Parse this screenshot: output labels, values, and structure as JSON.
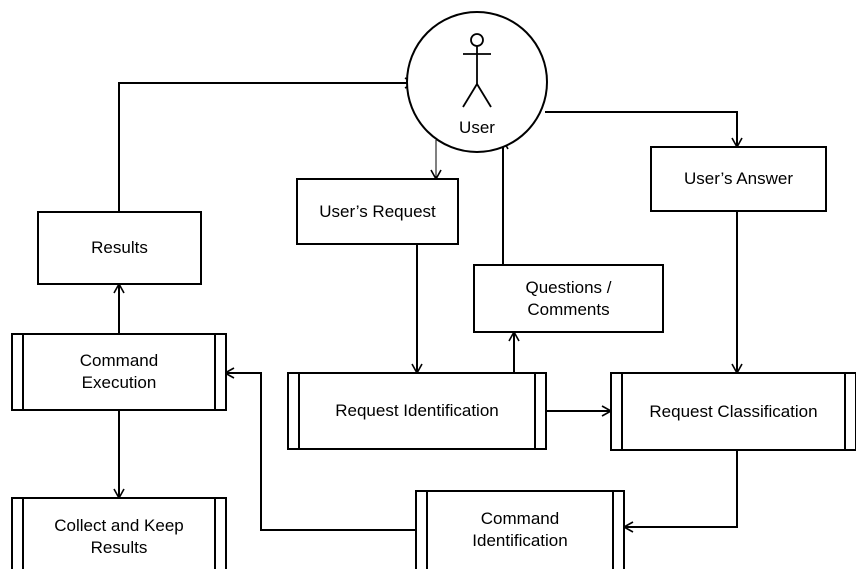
{
  "diagram": {
    "user": {
      "label": "User",
      "icon": "stick-figure-icon"
    },
    "results": {
      "label": "Results"
    },
    "users_request": {
      "label": "User’s Request"
    },
    "users_answer": {
      "label": "User’s Answer"
    },
    "questions_comments": {
      "label": "Questions /\nComments"
    },
    "command_execution": {
      "label": "Command\nExecution"
    },
    "request_identification": {
      "label": "Request Identification"
    },
    "request_classification": {
      "label": "Request Classification"
    },
    "collect_and_keep_results": {
      "label": "Collect and Keep\nResults"
    },
    "command_identification": {
      "label": "Command\nIdentification"
    },
    "colors": {
      "stroke": "#000000",
      "fill": "#ffffff",
      "text": "#000000"
    }
  }
}
